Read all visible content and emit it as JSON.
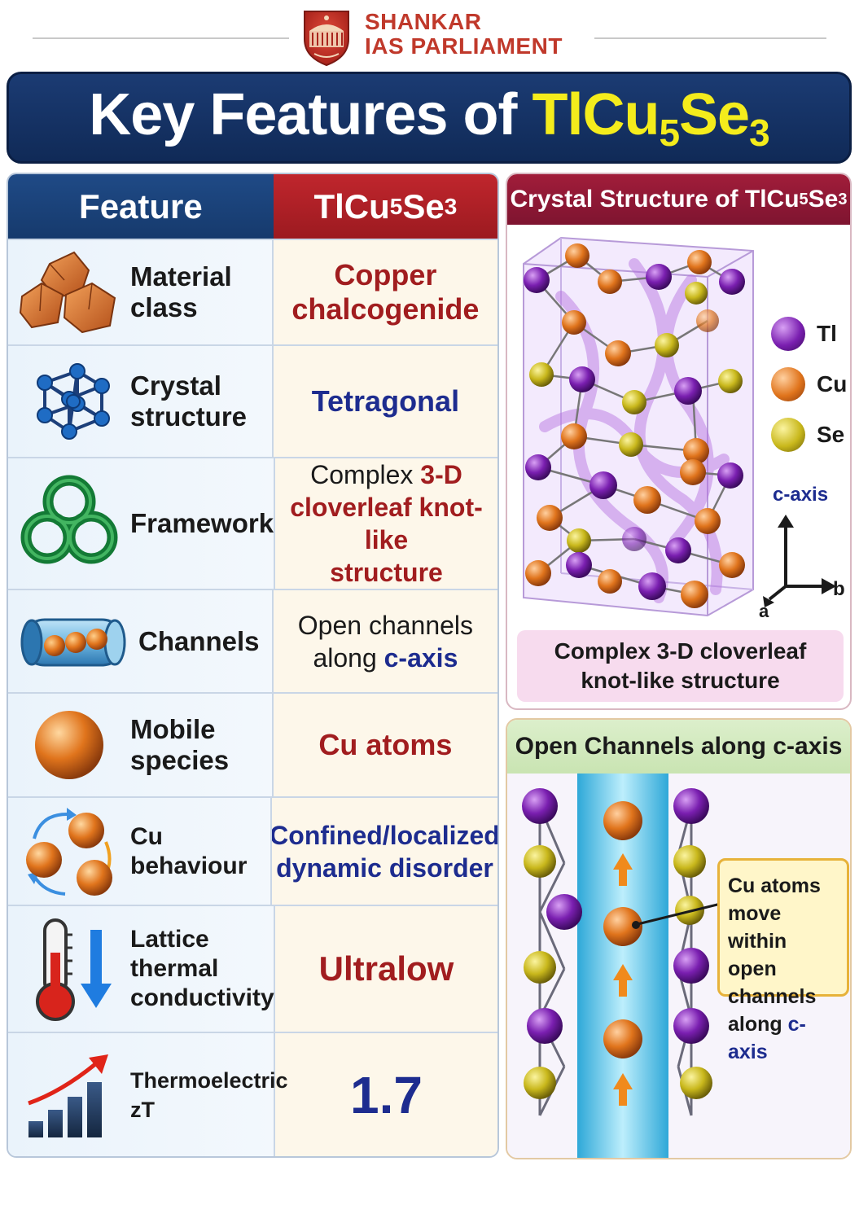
{
  "brand": {
    "line1": "SHANKAR",
    "line2": "IAS PARLIAMENT"
  },
  "title": {
    "prefix": "Key Features of ",
    "formula_a": "TlCu",
    "formula_sub1": "5",
    "formula_b": "Se",
    "formula_sub2": "3"
  },
  "table": {
    "header_feature": "Feature",
    "header_value_a": "TlCu",
    "header_value_sub1": "5",
    "header_value_b": "Se",
    "header_value_sub2": "3",
    "rows": [
      {
        "icon": "copper-crystals-icon",
        "label_1": "Material",
        "label_2": "class",
        "value_1": "Copper",
        "value_2": "chalcogenide"
      },
      {
        "icon": "crystal-lattice-icon",
        "label_1": "Crystal",
        "label_2": "structure",
        "value_1": "Tetragonal"
      },
      {
        "icon": "knot-icon",
        "label_1": "Framework",
        "value_1a": "Complex ",
        "value_1b": "3-D",
        "value_2": "cloverleaf knot-like",
        "value_3": "structure"
      },
      {
        "icon": "channel-tube-icon",
        "label_1": "Channels",
        "value_1": "Open channels",
        "value_2a": "along ",
        "value_2b": "c-axis"
      },
      {
        "icon": "copper-sphere-icon",
        "label_1": "Mobile",
        "label_2": "species",
        "value_1": "Cu atoms"
      },
      {
        "icon": "rotating-atoms-icon",
        "label_1": "Cu behaviour",
        "value_1": "Confined/localized",
        "value_2": "dynamic disorder"
      },
      {
        "icon": "thermometer-down-icon",
        "label_1": "Lattice",
        "label_2": "thermal",
        "label_3": "conductivity",
        "value_1": "Ultralow"
      },
      {
        "icon": "rising-bars-icon",
        "label_1": "Thermoelectric",
        "label_2": "zT",
        "value_1": "1.7"
      }
    ]
  },
  "structure_panel": {
    "title_a": "Crystal Structure of TlCu",
    "title_sub1": "5",
    "title_b": "Se",
    "title_sub2": "3",
    "legend": [
      {
        "label": "Tl",
        "color": "#7a1fb0"
      },
      {
        "label": "Cu",
        "color": "#e0741c"
      },
      {
        "label": "Se",
        "color": "#c9b81c"
      }
    ],
    "axis_c": "c-axis",
    "axis_b": "b",
    "axis_a": "a",
    "caption_1": "Complex 3-D cloverleaf",
    "caption_2": "knot-like structure"
  },
  "channel_panel": {
    "title": "Open Channels along c-axis",
    "callout_1": "Cu atoms",
    "callout_2": "move within",
    "callout_3": "open channels",
    "callout_4a": "along ",
    "callout_4b": "c-axis"
  },
  "colors": {
    "navy": "#163a6d",
    "red": "#a11d1f",
    "blue_text": "#1d2c8f",
    "yellow_title": "#f4ec1c"
  }
}
